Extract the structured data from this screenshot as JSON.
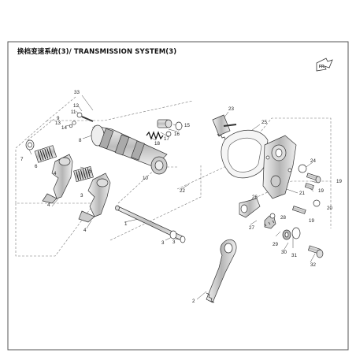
{
  "diagram": {
    "title": "换档变速系统(3)/ TRANSMISSION SYSTEM(3)",
    "callouts": [
      "1",
      "2",
      "3",
      "4",
      "5",
      "6",
      "7",
      "8",
      "9",
      "10",
      "11",
      "12",
      "13",
      "14",
      "15",
      "16",
      "17",
      "18",
      "19",
      "20",
      "21",
      "22",
      "23",
      "24",
      "25",
      "26",
      "27",
      "28",
      "29",
      "30",
      "31",
      "32",
      "33"
    ],
    "callout_positions_note": ""
  },
  "colors": {
    "line": "#333333",
    "part_light": "#e6e6e6",
    "part_mid": "#bdbdbd",
    "part_dark": "#7a7a7a",
    "spring": "#222222",
    "border": "#555555"
  },
  "icons": {
    "front_arrow": "fr-arrow-icon"
  }
}
